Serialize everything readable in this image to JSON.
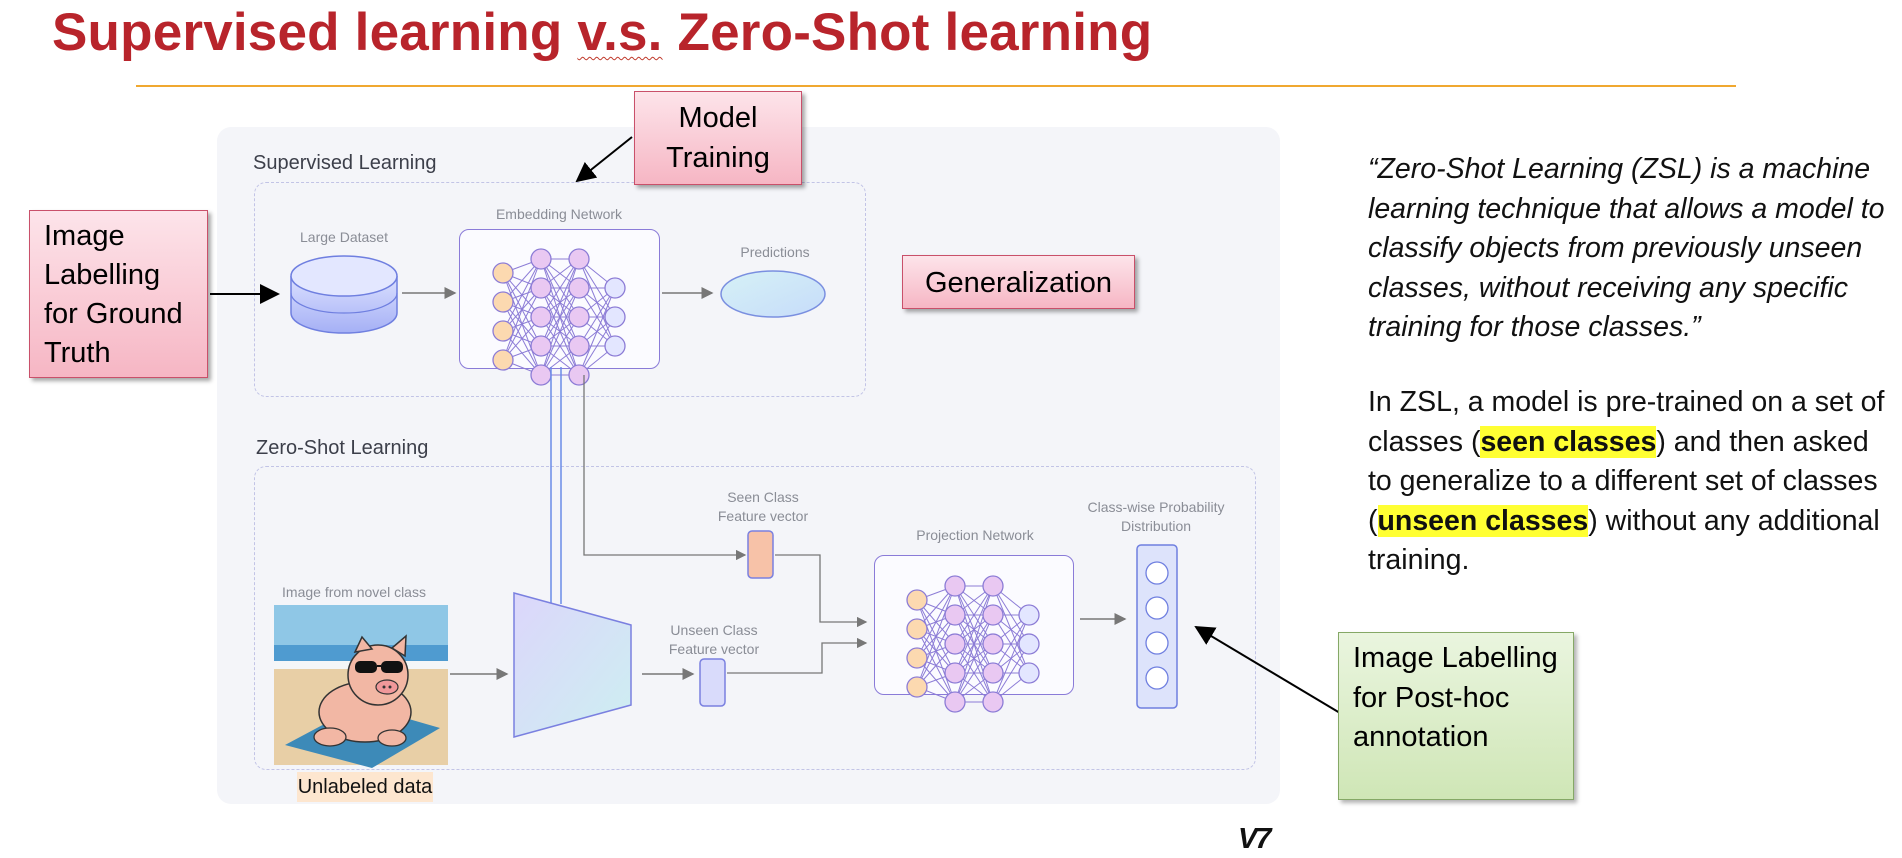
{
  "title": {
    "part1": "Supervised learning ",
    "vs": "v.s.",
    "part2": " Zero-Shot learning"
  },
  "diagram": {
    "supervised_label": "Supervised Learning",
    "zsl_label": "Zero-Shot Learning",
    "large_dataset": "Large Dataset",
    "embedding_network": "Embedding Network",
    "predictions": "Predictions",
    "seen_class_fv": "Seen Class\nFeature vector",
    "unseen_class_fv": "Unseen Class\nFeature vector",
    "projection_network": "Projection Network",
    "class_prob": "Class-wise Probability\nDistribution",
    "image_novel": "Image from novel class",
    "unlabeled": "Unlabeled data",
    "logo": "V7"
  },
  "callouts": {
    "model_training": "Model\nTraining",
    "image_labelling_gt": "Image\nLabelling\nfor Ground\nTruth",
    "generalization": "Generalization",
    "image_labelling_posthoc": "Image Labelling\nfor Post-hoc\nannotation"
  },
  "definition": {
    "quote": "“Zero-Shot Learning (ZSL) is a machine learning technique that allows a model to classify objects from previously unseen classes, without receiving any specific training for those classes.”",
    "para_1": "In ZSL, a model is pre-trained on a set of classes (",
    "seen": "seen classes",
    "para_2": ") and then asked to generalize to a different set of classes (",
    "unseen": "unseen classes",
    "para_3": ") without any additional training."
  },
  "colors": {
    "title": "#b8242b",
    "rule": "#f0a830",
    "node_orange": "#fcd9b0",
    "node_purple": "#e9c8f2",
    "highlight": "#ffff33"
  }
}
